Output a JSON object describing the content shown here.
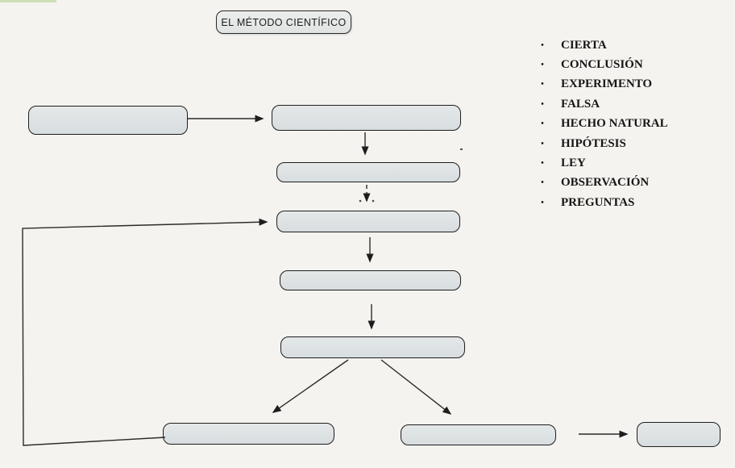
{
  "page": {
    "background_color": "#f5f3ef",
    "accent_strip_color": "#cddfb8"
  },
  "title": {
    "label": "EL MÉTODO CIENTÍFICO"
  },
  "word_bank": {
    "bullet": "•",
    "items": [
      "CIERTA",
      "CONCLUSIÓN",
      "EXPERIMENTO",
      "FALSA",
      "HECHO NATURAL",
      "HIPÓTESIS",
      "LEY",
      "OBSERVACIÓN",
      "PREGUNTAS"
    ]
  },
  "diagram": {
    "colors": {
      "box_fill": "#dde2e3",
      "box_border": "#1e1e1e",
      "arrow": "#2b2b2b"
    },
    "blank_node_count": 9,
    "arrows": [
      "node-1 to node-2 (horizontal)",
      "node-2 to node-3 (vertical)",
      "node-3 to node-4 (vertical dashed)",
      "node-4 to node-5 (vertical)",
      "node-5 to node-6 (vertical)",
      "node-6 to node-7 (diagonal left)",
      "node-6 to node-8 (diagonal right)",
      "node-8 to node-9 (horizontal)",
      "node-7 feedback loop to node-4"
    ]
  }
}
